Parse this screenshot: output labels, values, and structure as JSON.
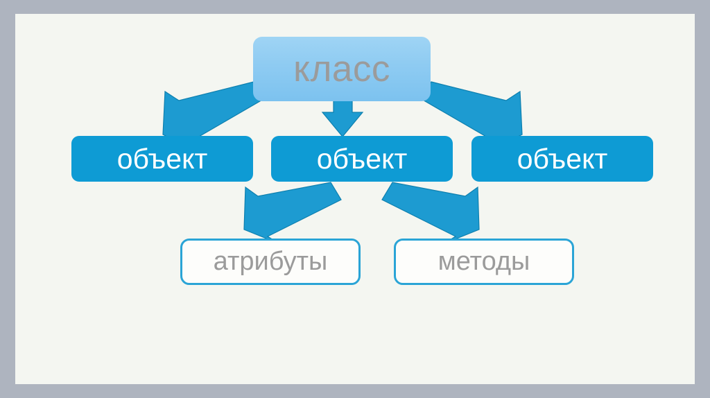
{
  "slide": {
    "background_color": "#f4f6f1",
    "frame_color": "#aeb4bf",
    "title": "класс"
  },
  "palette": {
    "class_fill_top": "#9fd4f4",
    "class_fill_bottom": "#7cc2ef",
    "object_fill": "#0e9bd4",
    "leaf_border": "#2aa4d6",
    "leaf_fill": "#fdfdfb",
    "arrow_fill": "#1d9bd1",
    "arrow_stroke": "#0d7fae",
    "gray_text": "#9b9b9b",
    "white_text": "#ffffff"
  },
  "diagram": {
    "type": "hierarchy",
    "root": {
      "label": "класс"
    },
    "objects": [
      {
        "label": "объект"
      },
      {
        "label": "объект"
      },
      {
        "label": "объект"
      }
    ],
    "leaves": [
      {
        "label": "атрибуты"
      },
      {
        "label": "методы"
      }
    ],
    "arrows": [
      {
        "name": "arrow-class-to-object-left",
        "direction": "down-left"
      },
      {
        "name": "arrow-class-to-object-center",
        "direction": "down"
      },
      {
        "name": "arrow-class-to-object-right",
        "direction": "down-right"
      },
      {
        "name": "arrow-object-to-attributes",
        "direction": "down-left"
      },
      {
        "name": "arrow-object-to-methods",
        "direction": "down-right"
      }
    ]
  }
}
